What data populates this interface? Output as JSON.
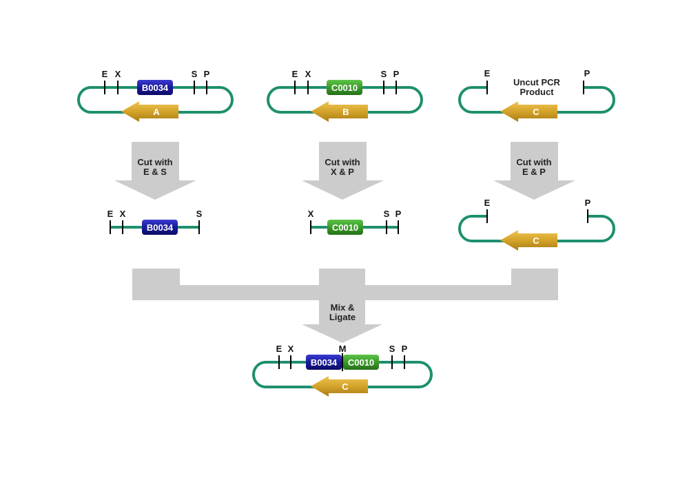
{
  "colors": {
    "backbone": "#1e8f6e",
    "b0034": "#1a1a9a",
    "c0010": "#3c9a2a",
    "arrow": "#d4a32a",
    "flow": "#cccccc"
  },
  "sites": {
    "E": "E",
    "X": "X",
    "S": "S",
    "P": "P",
    "M": "M"
  },
  "parts": {
    "b0034": "B0034",
    "c0010": "C0010"
  },
  "plasmids": {
    "a": {
      "insert_label": "A"
    },
    "b": {
      "insert_label": "B"
    },
    "c": {
      "insert_label": "C",
      "pcr_label_line1": "Uncut PCR",
      "pcr_label_line2": "Product"
    }
  },
  "steps": {
    "cut_a": {
      "line1": "Cut with",
      "line2": "E & S"
    },
    "cut_b": {
      "line1": "Cut with",
      "line2": "X & P"
    },
    "cut_c": {
      "line1": "Cut with",
      "line2": "E & P"
    },
    "ligate": {
      "line1": "Mix &",
      "line2": "Ligate"
    }
  },
  "fragments": {
    "c_label": "C"
  },
  "product": {
    "insert_label": "C"
  }
}
